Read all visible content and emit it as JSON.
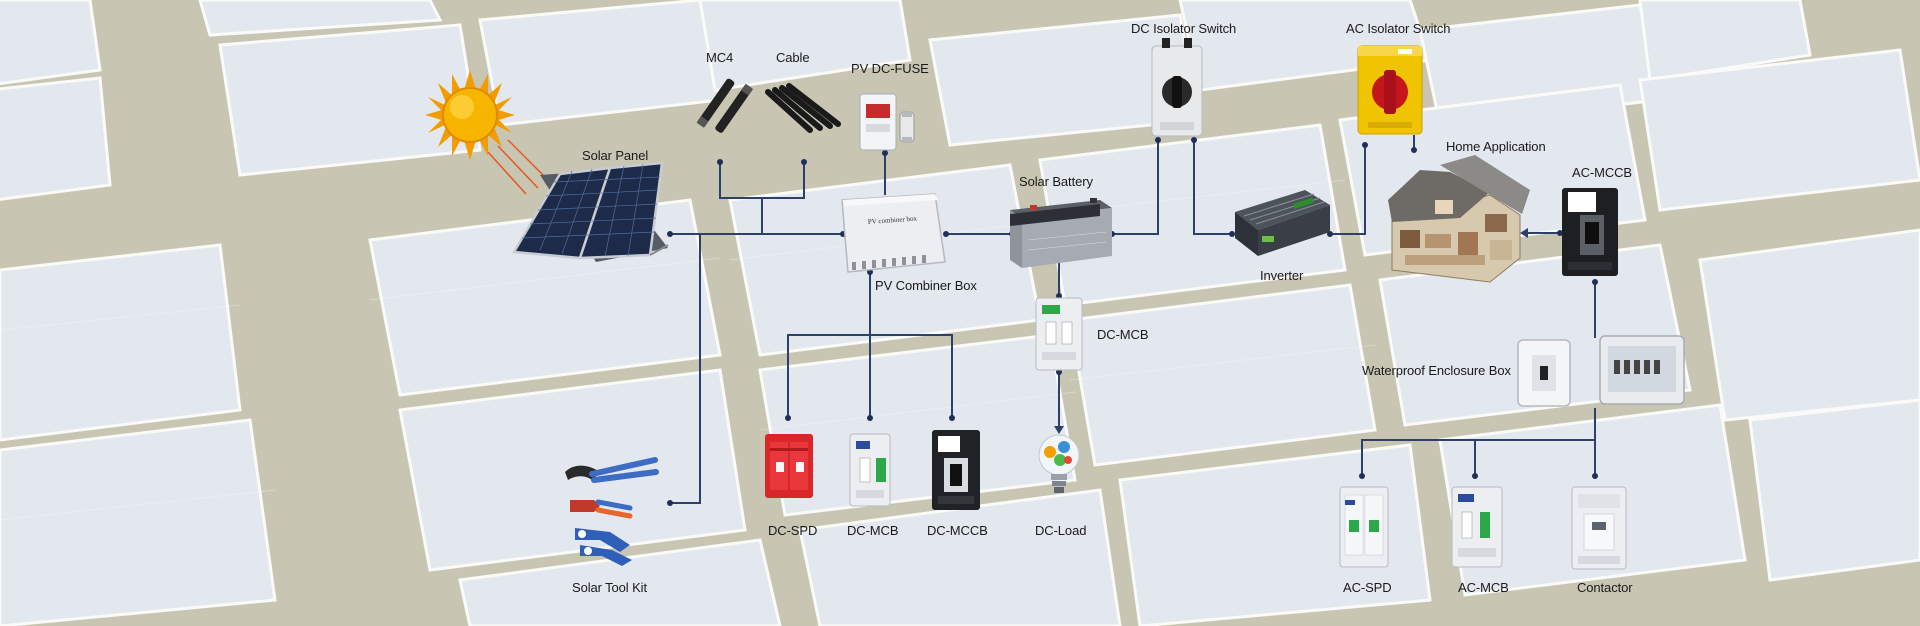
{
  "labels": {
    "solar_panel": "Solar Panel",
    "mc4": "MC4",
    "cable": "Cable",
    "pv_dc_fuse": "PV DC-FUSE",
    "pv_combiner_box": "PV Combiner Box",
    "combiner_plate": "PV combiner box",
    "solar_battery": "Solar Battery",
    "dc_isolator_switch": "DC Isolator Switch",
    "ac_isolator_switch": "AC Isolator Switch",
    "inverter": "Inverter",
    "home_application": "Home Application",
    "ac_mccb": "AC-MCCB",
    "dc_mcb_mid": "DC-MCB",
    "waterproof_enclosure_box": "Waterproof Enclosure Box",
    "dc_spd": "DC-SPD",
    "dc_mcb": "DC-MCB",
    "dc_mccb": "DC-MCCB",
    "dc_load": "DC-Load",
    "solar_tool_kit": "Solar Tool Kit",
    "ac_spd": "AC-SPD",
    "ac_mcb": "AC-MCB",
    "contactor": "Contactor"
  },
  "colors": {
    "connector_line": "#2d3f6b",
    "node_dot": "#1f2f5a",
    "panel_cell": "#e9eef6",
    "panel_frame": "#ffffff",
    "grass": "#a7a58a",
    "sun": "#f5a800",
    "spd_red": "#d8262a",
    "switch_yellow": "#f2c100",
    "handle_red": "#c4161c"
  },
  "icons": [
    "sun-icon",
    "solar-panel-icon",
    "mc4-connector-icon",
    "cable-icon",
    "dc-fuse-icon",
    "combiner-box-icon",
    "battery-icon",
    "dc-isolator-icon",
    "ac-isolator-icon",
    "inverter-icon",
    "house-icon",
    "mccb-icon",
    "mcb-icon",
    "enclosure-icon",
    "spd-icon",
    "bulb-icon",
    "tool-kit-icon",
    "contactor-icon"
  ]
}
